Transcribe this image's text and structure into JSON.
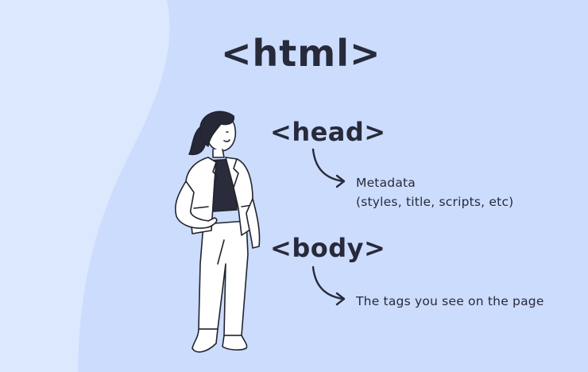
{
  "title": "<html>",
  "sections": [
    {
      "tag": "<head>",
      "description_lines": [
        "Metadata",
        "(styles, title, scripts, etc)"
      ]
    },
    {
      "tag": "<body>",
      "description_lines": [
        "The tags you see on the page"
      ]
    }
  ],
  "colors": {
    "background_left": "#dce8fe",
    "background_right": "#ccdcfd",
    "text": "#272a3a"
  },
  "illustration": "woman-in-white-suit"
}
